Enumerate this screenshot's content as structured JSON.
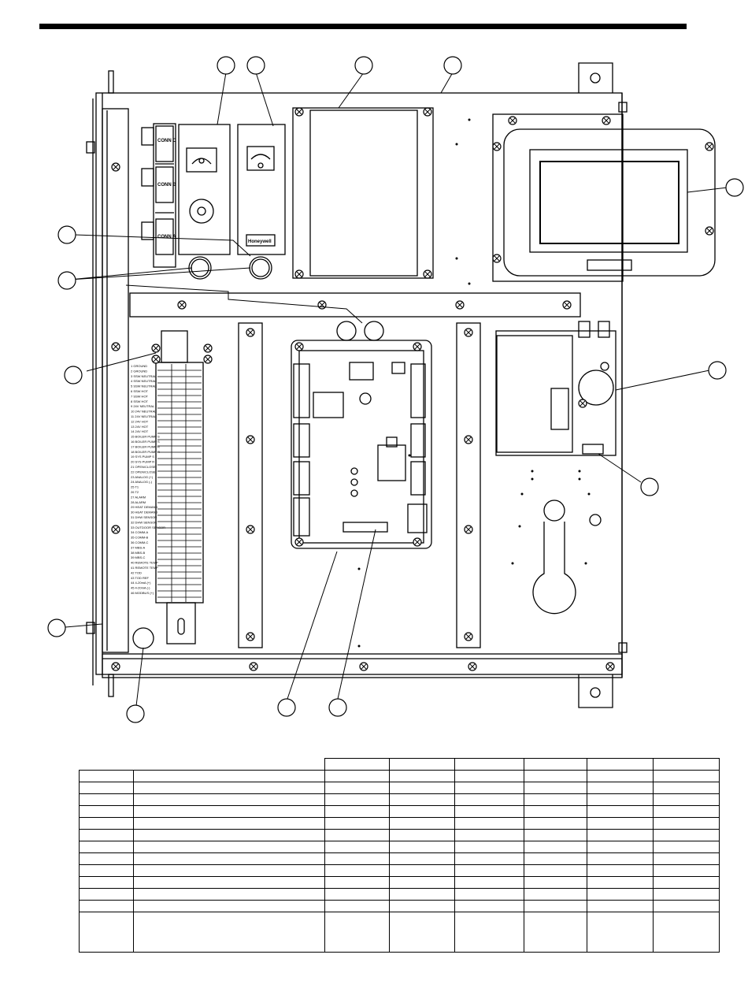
{
  "connector_labels": [
    "CONN C",
    "CONN B",
    "CONN A"
  ],
  "brand_label": "Honeywell",
  "terminal_labels": [
    "GROUND",
    "GROUND",
    "SSW NEUTRAL",
    "SSW NEUTRAL",
    "SSW NEUTRAL",
    "SSW HOT",
    "SSW HOT",
    "SSW HOT",
    "24V NEUTRAL",
    "24V NEUTRAL",
    "24V NEUTRAL",
    "24V HOT",
    "24V HOT",
    "24V HOT",
    "BOILER PUMP S",
    "BOILER PUMP S",
    "BOILER PUMP R",
    "BOILER PUMP R",
    "SYS PUMP S",
    "SYS PUMP R",
    "OPEN/CLOSE",
    "OPEN/CLOSE",
    "ANALOG (+)",
    "ANALOG (-)",
    "T1",
    "T2",
    "ALARM",
    "ALARM",
    "HEAT DEMAND",
    "HEAT DEMAND",
    "DHW SENSOR",
    "DHW SENSOR",
    "OUTDOOR SENSOR",
    "COMM-A",
    "COMM-B",
    "COMM-C",
    "MBS-A",
    "MBS-B",
    "MBS-C",
    "REMOTE TEMP",
    "REMOTE TEMP",
    "TOD",
    "TOD REF",
    "4-20mA (+)",
    "4-20mA (-)",
    "MODBUS (+)"
  ],
  "bom_table": {
    "rows": 14,
    "columns": 8
  }
}
